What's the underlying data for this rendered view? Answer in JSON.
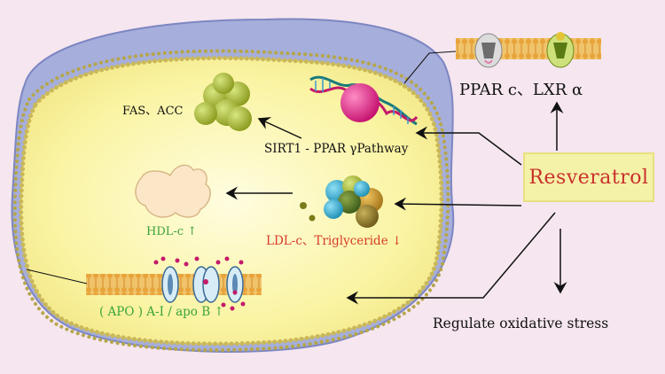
{
  "labels": {
    "fas_acc": "FAS、ACC",
    "sirt1_pathway": "SIRT1 - PPAR γPathway",
    "ppar_lxr": "PPAR c、LXR α",
    "resveratrol": "Resveratrol",
    "hdl": "HDL-c ↑",
    "ldl": "LDL-c、Triglyceride ↓",
    "apo": "( APO ) A-I / apo B ↑",
    "oxidative": "Regulate oxidative stress"
  },
  "colors": {
    "background": "#f5e6ef",
    "cell_outer": "#9fa8d6",
    "cell_inner": "#fbf6b0",
    "membrane_bead": "#cbb85a",
    "resveratrol_text": "#c9302c",
    "resveratrol_box": "#f4f2a8",
    "green_text": "#3aa33a",
    "red_text": "#d63a2a"
  },
  "icons": [
    "green-cluster-icon",
    "pink-sphere-dna-icon",
    "hdl-blob-icon",
    "ldl-cluster-icon",
    "membrane-channel-icon",
    "receptor-membrane-icon"
  ]
}
